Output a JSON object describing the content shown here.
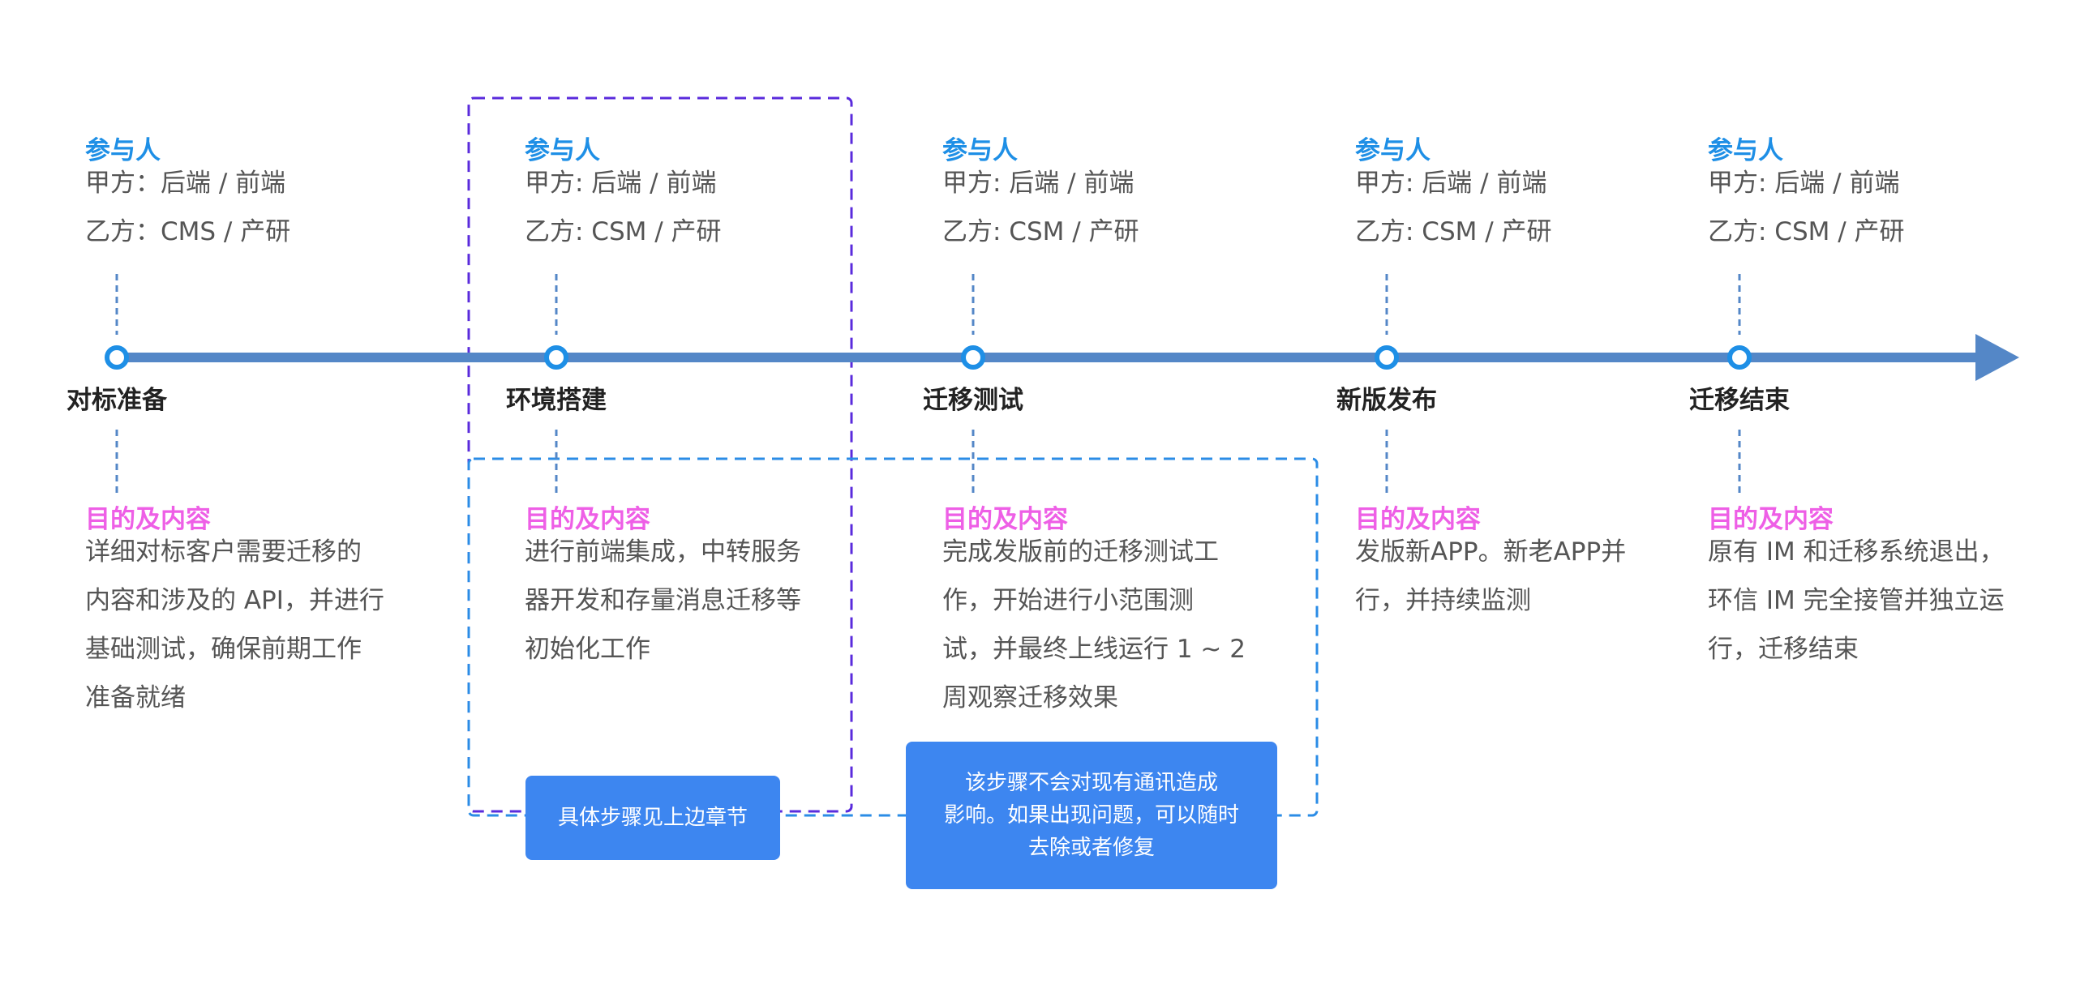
{
  "colors": {
    "axis": "#5487c7",
    "participant_header": "#1e8fe6",
    "content_header": "#ee5fe6",
    "body_text": "#555555",
    "stage_text": "#222222",
    "dash_purple": "#5a2bdc",
    "dash_blue": "#2b8ce6",
    "note_bg": "#3d86f0"
  },
  "stages": [
    {
      "name": "对标准备",
      "participants_header": "参与人",
      "party_a": "甲方：后端 / 前端",
      "party_b": "乙方：CMS / 产研",
      "content_header": "目的及内容",
      "content_lines": [
        "详细对标客户需要迁移的",
        "内容和涉及的 API，并进行",
        "基础测试，确保前期工作",
        "准备就绪"
      ]
    },
    {
      "name": "环境搭建",
      "participants_header": "参与人",
      "party_a": "甲方: 后端 / 前端",
      "party_b": "乙方: CSM / 产研",
      "content_header": "目的及内容",
      "content_lines": [
        "进行前端集成，中转服务",
        "器开发和存量消息迁移等",
        "初始化工作"
      ]
    },
    {
      "name": "迁移测试",
      "participants_header": "参与人",
      "party_a": "甲方: 后端 / 前端",
      "party_b": "乙方: CSM / 产研",
      "content_header": "目的及内容",
      "content_lines": [
        "完成发版前的迁移测试工",
        "作，开始进行小范围测",
        "试，并最终上线运行 1 ~ 2",
        "周观察迁移效果"
      ]
    },
    {
      "name": "新版发布",
      "participants_header": "参与人",
      "party_a": "甲方: 后端 / 前端",
      "party_b": "乙方: CSM / 产研",
      "content_header": "目的及内容",
      "content_lines": [
        "发版新APP。新老APP并",
        "行，并持续监测"
      ]
    },
    {
      "name": "迁移结束",
      "participants_header": "参与人",
      "party_a": "甲方: 后端 / 前端",
      "party_b": "乙方: CSM / 产研",
      "content_header": "目的及内容",
      "content_lines": [
        "原有 IM 和迁移系统退出，",
        "环信 IM 完全接管并独立运",
        "行，迁移结束"
      ]
    }
  ],
  "notes": [
    {
      "lines": [
        "具体步骤见上边章节"
      ]
    },
    {
      "lines": [
        "该步骤不会对现有通讯造成",
        "影响。如果出现问题，可以随时",
        "去除或者修复"
      ]
    }
  ]
}
